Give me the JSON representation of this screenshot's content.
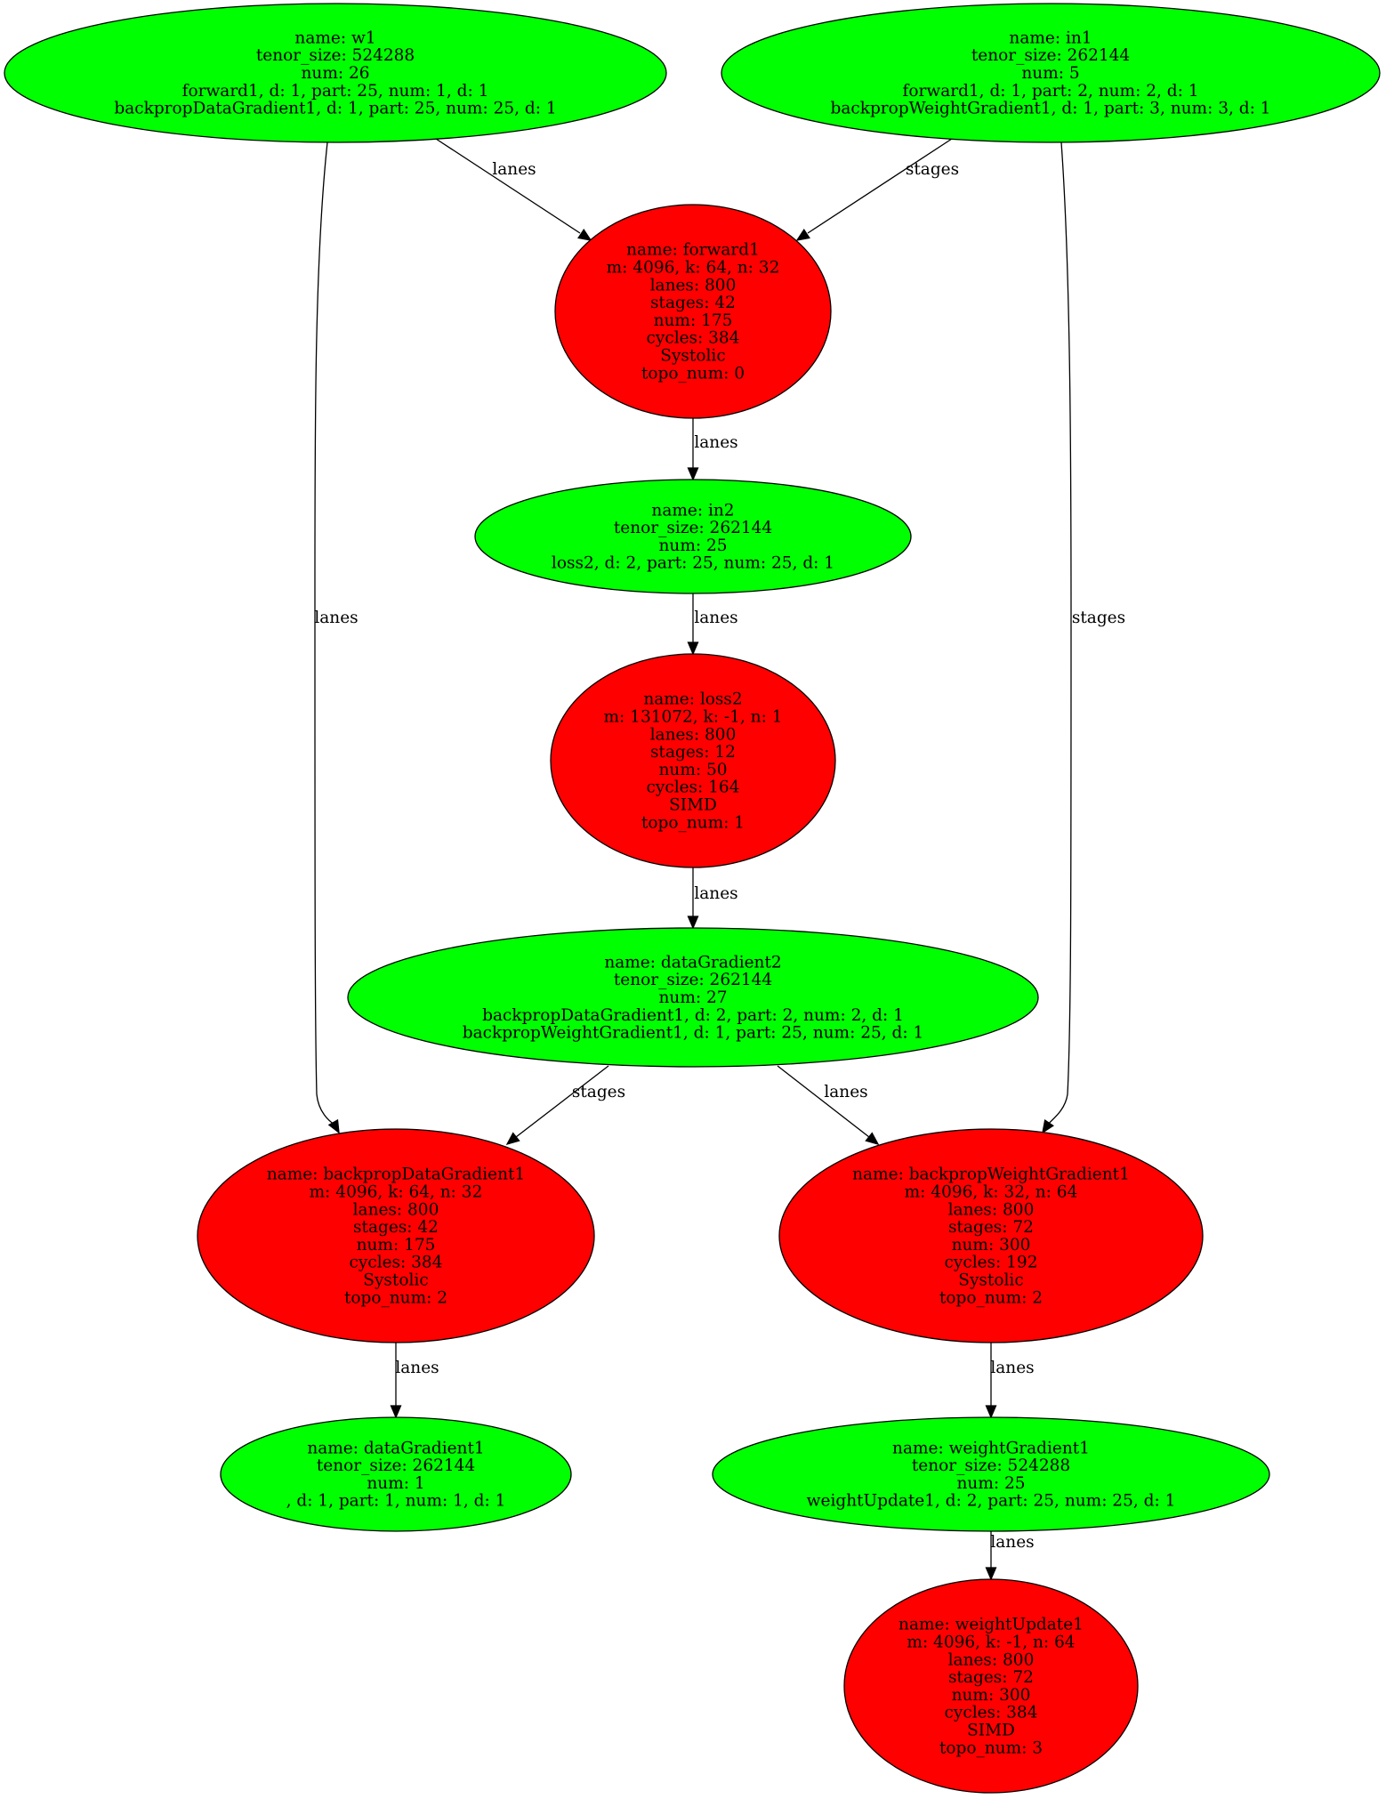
{
  "colors": {
    "tensor_node": "#00ff00",
    "op_node": "#ff0000",
    "stroke": "#000000",
    "background": "#ffffff"
  },
  "nodes": [
    {
      "id": "w1",
      "kind": "tensor",
      "lines": [
        "name: w1",
        "tenor_size: 524288",
        "num: 26",
        "forward1, d: 1, part: 25, num: 1, d: 1",
        "backpropDataGradient1, d: 1, part: 25, num: 25, d: 1"
      ]
    },
    {
      "id": "in1",
      "kind": "tensor",
      "lines": [
        "name: in1",
        "tenor_size: 262144",
        "num: 5",
        "forward1, d: 1, part: 2, num: 2, d: 1",
        "backpropWeightGradient1, d: 1, part: 3, num: 3, d: 1"
      ]
    },
    {
      "id": "forward1",
      "kind": "op",
      "lines": [
        "name: forward1",
        "m: 4096, k: 64, n: 32",
        "lanes: 800",
        "stages: 42",
        "num: 175",
        "cycles: 384",
        "Systolic",
        "topo_num: 0"
      ]
    },
    {
      "id": "in2",
      "kind": "tensor",
      "lines": [
        "name: in2",
        "tenor_size: 262144",
        "num: 25",
        "loss2, d: 2, part: 25, num: 25, d: 1"
      ]
    },
    {
      "id": "loss2",
      "kind": "op",
      "lines": [
        "name: loss2",
        "m: 131072, k: -1, n: 1",
        "lanes: 800",
        "stages: 12",
        "num: 50",
        "cycles: 164",
        "SIMD",
        "topo_num: 1"
      ]
    },
    {
      "id": "dataGradient2",
      "kind": "tensor",
      "lines": [
        "name: dataGradient2",
        "tenor_size: 262144",
        "num: 27",
        "backpropDataGradient1, d: 2, part: 2, num: 2, d: 1",
        "backpropWeightGradient1, d: 1, part: 25, num: 25, d: 1"
      ]
    },
    {
      "id": "backpropDataGradient1",
      "kind": "op",
      "lines": [
        "name: backpropDataGradient1",
        "m: 4096, k: 64, n: 32",
        "lanes: 800",
        "stages: 42",
        "num: 175",
        "cycles: 384",
        "Systolic",
        "topo_num: 2"
      ]
    },
    {
      "id": "backpropWeightGradient1",
      "kind": "op",
      "lines": [
        "name: backpropWeightGradient1",
        "m: 4096, k: 32, n: 64",
        "lanes: 800",
        "stages: 72",
        "num: 300",
        "cycles: 192",
        "Systolic",
        "topo_num: 2"
      ]
    },
    {
      "id": "dataGradient1",
      "kind": "tensor",
      "lines": [
        "name: dataGradient1",
        "tenor_size: 262144",
        "num: 1",
        ", d: 1, part: 1, num: 1, d: 1"
      ]
    },
    {
      "id": "weightGradient1",
      "kind": "tensor",
      "lines": [
        "name: weightGradient1",
        "tenor_size: 524288",
        "num: 25",
        "weightUpdate1, d: 2, part: 25, num: 25, d: 1"
      ]
    },
    {
      "id": "weightUpdate1",
      "kind": "op",
      "lines": [
        "name: weightUpdate1",
        "m: 4096, k: -1, n: 64",
        "lanes: 800",
        "stages: 72",
        "num: 300",
        "cycles: 384",
        "SIMD",
        "topo_num: 3"
      ]
    }
  ],
  "edges": [
    {
      "id": "w1-forward1",
      "from": "w1",
      "to": "forward1",
      "label": "lanes"
    },
    {
      "id": "in1-forward1",
      "from": "in1",
      "to": "forward1",
      "label": "stages"
    },
    {
      "id": "w1-backpropDataGradient1",
      "from": "w1",
      "to": "backpropDataGradient1",
      "label": "lanes"
    },
    {
      "id": "in1-backpropWeightGradient1",
      "from": "in1",
      "to": "backpropWeightGradient1",
      "label": "stages"
    },
    {
      "id": "forward1-in2",
      "from": "forward1",
      "to": "in2",
      "label": "lanes"
    },
    {
      "id": "in2-loss2",
      "from": "in2",
      "to": "loss2",
      "label": "lanes"
    },
    {
      "id": "loss2-dataGradient2",
      "from": "loss2",
      "to": "dataGradient2",
      "label": "lanes"
    },
    {
      "id": "dataGradient2-backpropDataGradient1",
      "from": "dataGradient2",
      "to": "backpropDataGradient1",
      "label": "stages"
    },
    {
      "id": "dataGradient2-backpropWeightGradient1",
      "from": "dataGradient2",
      "to": "backpropWeightGradient1",
      "label": "lanes"
    },
    {
      "id": "backpropDataGradient1-dataGradient1",
      "from": "backpropDataGradient1",
      "to": "dataGradient1",
      "label": "lanes"
    },
    {
      "id": "backpropWeightGradient1-weightGradient1",
      "from": "backpropWeightGradient1",
      "to": "weightGradient1",
      "label": "lanes"
    },
    {
      "id": "weightGradient1-weightUpdate1",
      "from": "weightGradient1",
      "to": "weightUpdate1",
      "label": "lanes"
    }
  ]
}
